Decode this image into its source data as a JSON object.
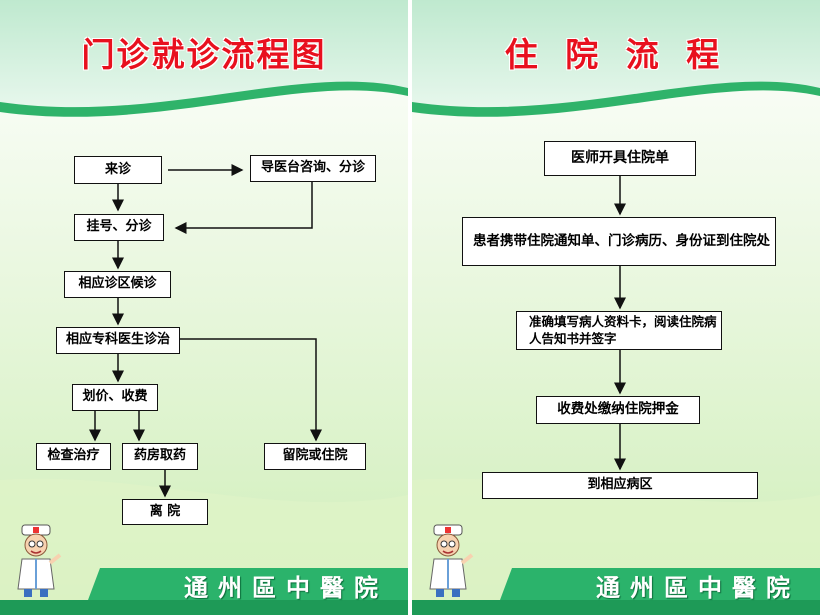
{
  "left": {
    "title": "门诊就诊流程图",
    "nodes": {
      "arrive": "来诊",
      "guide": "导医台咨询、分诊",
      "register": "挂号、分诊",
      "wait": "相应诊区候诊",
      "diagnose": "相应专科医生诊治",
      "pricing": "划价、收费",
      "exam": "检查治疗",
      "pharmacy": "药房取药",
      "observe": "留院或住院",
      "leave": "离 院"
    },
    "footer": "通州區中醫院"
  },
  "right": {
    "title": "住 院 流 程",
    "steps": [
      "医师开具住院单",
      "患者携带住院通知单、门诊病历、身份证到住院处",
      "准确填写病人资料卡，阅读住院病人告知书并签字",
      "收费处缴纳住院押金",
      "到相应病区"
    ],
    "footer": "通州區中醫院"
  },
  "colors": {
    "title": "#e8101e",
    "green": "#2fb36a",
    "footer_band": "#2bb36b"
  }
}
